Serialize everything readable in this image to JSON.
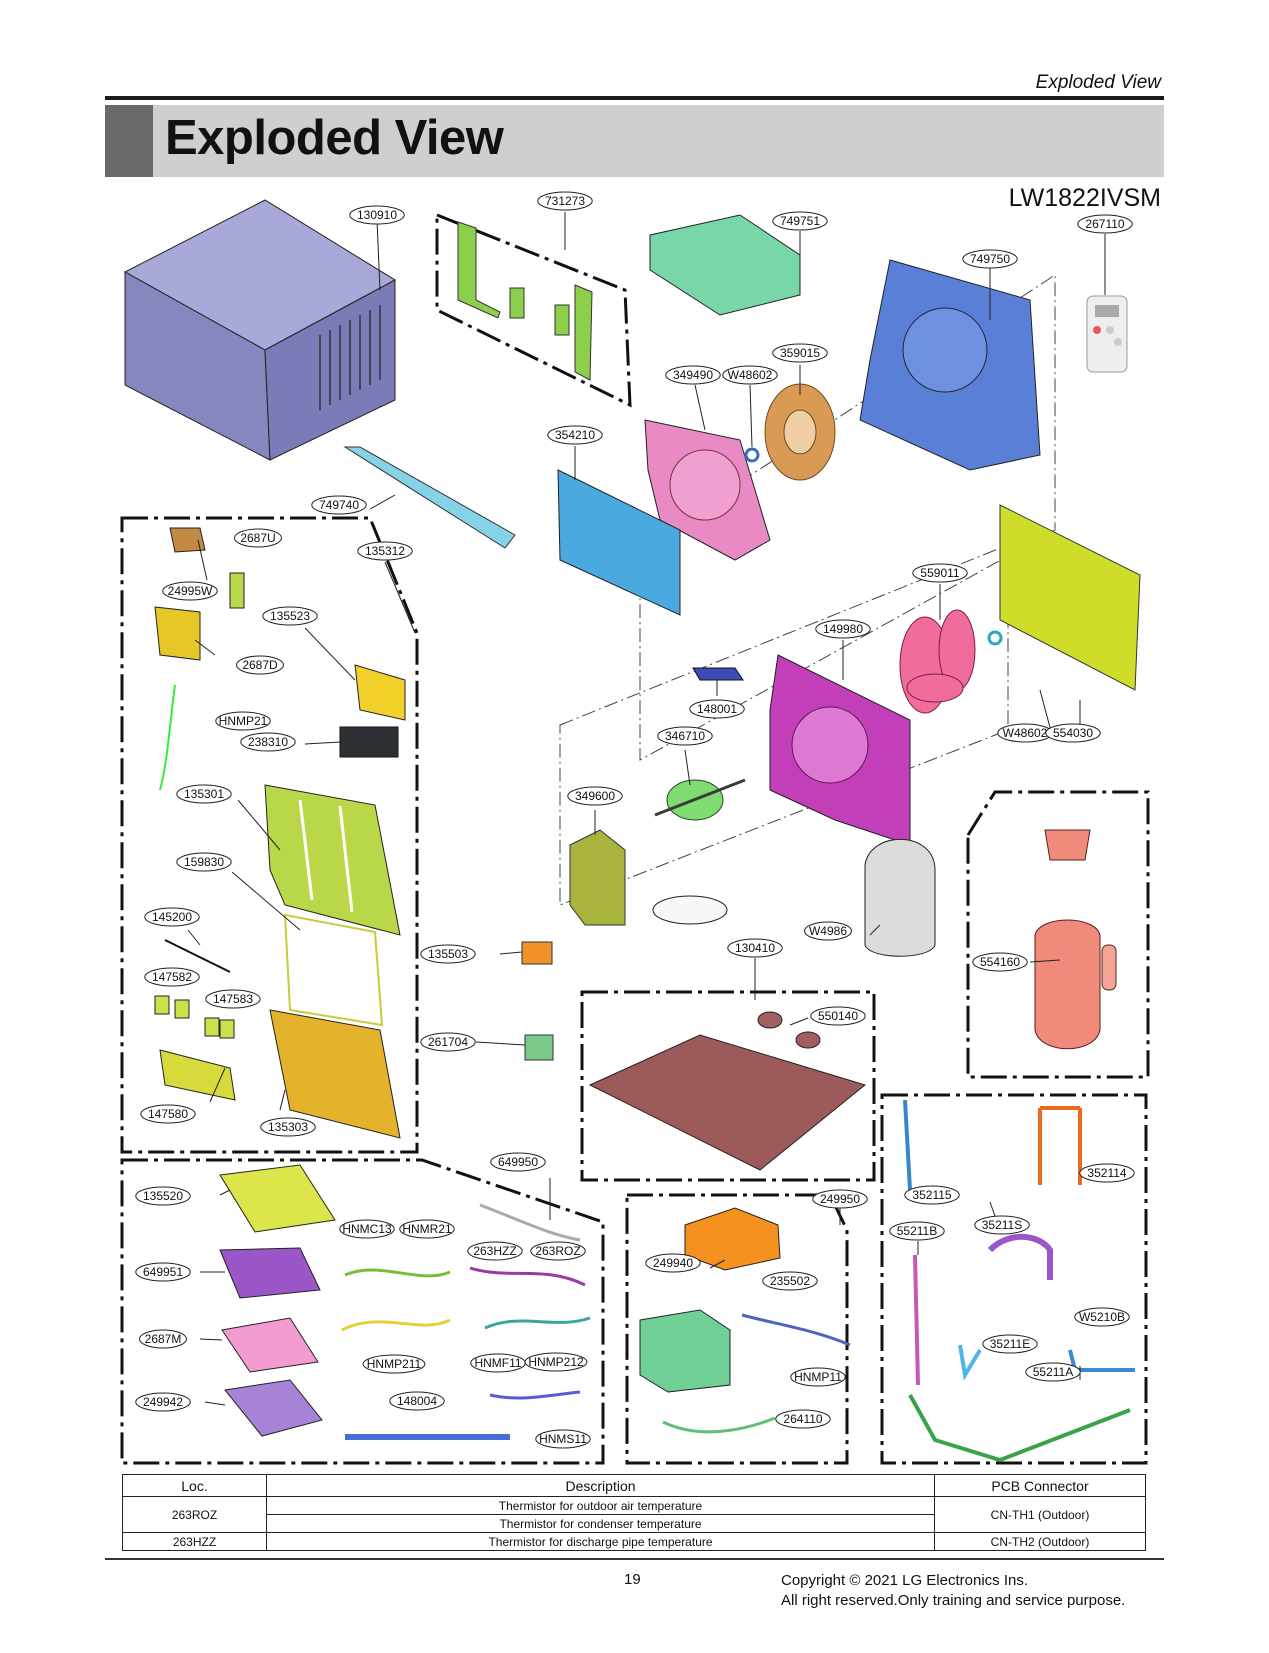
{
  "header": {
    "section_label": "Exploded View",
    "title": "Exploded View",
    "model": "LW1822IVSM"
  },
  "part_labels": [
    "130910",
    "731273",
    "749751",
    "267110",
    "749750",
    "359015",
    "349490",
    "W48602",
    "354210",
    "749740",
    "2687U",
    "135312",
    "24995W",
    "135523",
    "2687D",
    "HNMP21",
    "238310",
    "559011",
    "149980",
    "148001",
    "346710",
    "349600",
    "135301",
    "159830",
    "145200",
    "147582",
    "147583",
    "147580",
    "135303",
    "135503",
    "261704",
    "130410",
    "550140",
    "W4986",
    "W48602",
    "554030",
    "554160",
    "649950",
    "135520",
    "HNMC13",
    "HNMR21",
    "263HZZ",
    "263ROZ",
    "649951",
    "2687M",
    "HNMP211",
    "HNMF11",
    "HNMP212",
    "249942",
    "148004",
    "HNMS11",
    "249950",
    "249940",
    "235502",
    "HNMP11",
    "264110",
    "352115",
    "352114",
    "55211B",
    "35211S",
    "W5210B",
    "35211E",
    "55211A"
  ],
  "colors": {
    "cabinet": "#8f8fc8",
    "frame_green": "#8ccf4a",
    "duct_green": "#78d6a8",
    "blower_blue": "#5a7fd6",
    "scroll_pink": "#e98ac4",
    "fan_orange": "#d99a55",
    "evap_cyan": "#4aa9de",
    "cond_yellow": "#cfdc2a",
    "shroud_magenta": "#c33fb9",
    "fan_pink": "#f06c9d",
    "base_brown": "#9c5a5a",
    "grille_lime": "#b8d84a",
    "panel_gold": "#e4b22b",
    "compressor": "#f08a7a",
    "pipe_purple": "#9b57c7",
    "pipe_orange": "#e86b1e",
    "pipe_green": "#3aa34a"
  },
  "table": {
    "headers": [
      "Loc.",
      "Description",
      "PCB Connector"
    ],
    "rows": [
      {
        "loc": "263ROZ",
        "desc": [
          "Thermistor for outdoor air temperature",
          "Thermistor for condenser temperature"
        ],
        "pcb": "CN-TH1 (Outdoor)"
      },
      {
        "loc": "263HZZ",
        "desc": [
          "Thermistor for discharge pipe temperature"
        ],
        "pcb": "CN-TH2 (Outdoor)"
      }
    ]
  },
  "footer": {
    "page": "19",
    "copyright_line1": "Copyright © 2021 LG Electronics Ins.",
    "copyright_line2": "All right reserved.Only training and service purpose."
  }
}
